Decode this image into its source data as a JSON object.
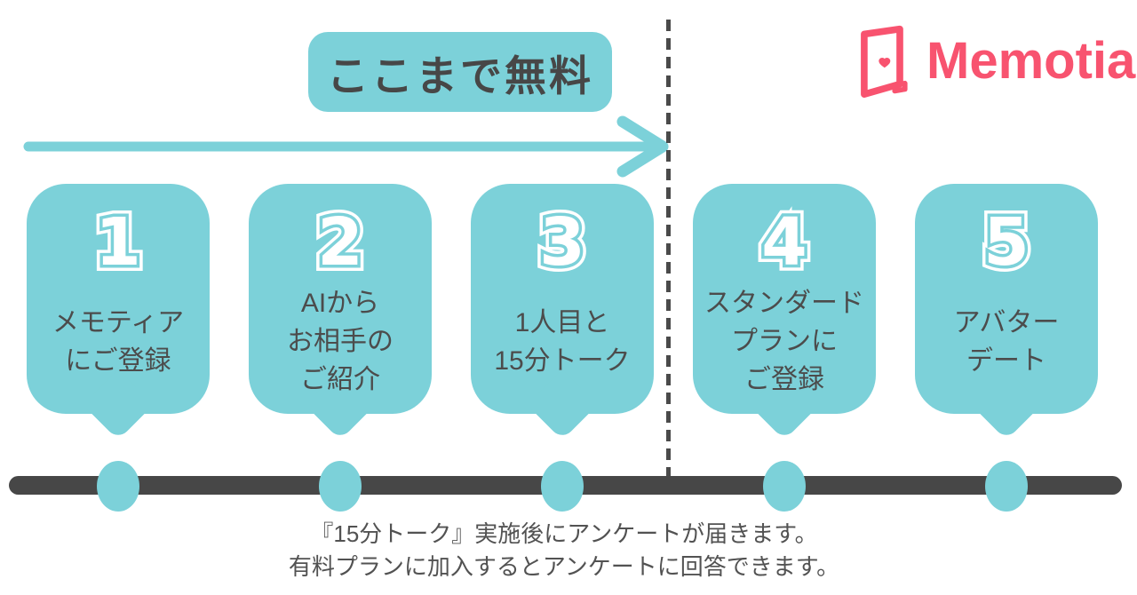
{
  "brand": {
    "name": "Memotia",
    "icon": "door-with-heart-icon",
    "color": "#F8536F"
  },
  "free_zone": {
    "label": "ここまで無料"
  },
  "steps": [
    {
      "number": "1",
      "lines": [
        "メモティア",
        "にご登録"
      ]
    },
    {
      "number": "2",
      "lines": [
        "AIから",
        "お相手の",
        "ご紹介"
      ]
    },
    {
      "number": "3",
      "lines": [
        "1人目と",
        "15分トーク"
      ]
    },
    {
      "number": "4",
      "lines": [
        "スタンダード",
        "プランに",
        "ご登録"
      ]
    },
    {
      "number": "5",
      "lines": [
        "アバター",
        "デート"
      ]
    }
  ],
  "caption": {
    "line1": "『15分トーク』実施後にアンケートが届きます。",
    "line2": "有料プランに加入するとアンケートに回答できます。"
  },
  "colors": {
    "teal": "#7CD1D9",
    "dark_gray": "#4A4A4A",
    "timeline_bar": "#474747",
    "brand_pink": "#F8536F"
  }
}
